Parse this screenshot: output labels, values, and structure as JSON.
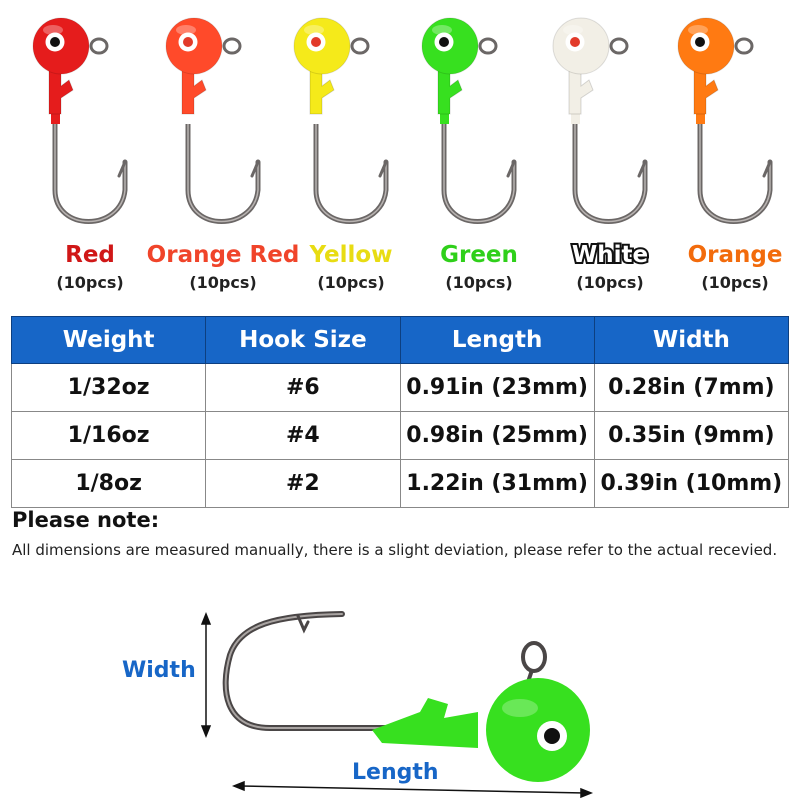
{
  "variants": [
    {
      "name": "Red",
      "qty": "(10pcs)",
      "head_color": "#e51c1c",
      "label_color": "#d01717",
      "collar_color": "#e51c1c"
    },
    {
      "name": "Orange Red",
      "qty": "(10pcs)",
      "head_color": "#ff4a2a",
      "label_color": "#f0442a",
      "collar_color": "#ffffff"
    },
    {
      "name": "Yellow",
      "qty": "(10pcs)",
      "head_color": "#f5ea1a",
      "label_color": "#e8dc12",
      "collar_color": "#ffffff"
    },
    {
      "name": "Green",
      "qty": "(10pcs)",
      "head_color": "#37e01f",
      "label_color": "#2fd01a",
      "collar_color": "#37e01f"
    },
    {
      "name": "White",
      "qty": "(10pcs)",
      "head_color": "#f2efe6",
      "label_color": "#ffffff",
      "collar_color": "#f2efe6"
    },
    {
      "name": "Orange",
      "qty": "(10pcs)",
      "head_color": "#ff7a12",
      "label_color": "#f26b0c",
      "collar_color": "#ff7a12"
    }
  ],
  "table": {
    "headers": [
      "Weight",
      "Hook Size",
      "Length",
      "Width"
    ],
    "rows": [
      [
        "1/32oz",
        "#6",
        "0.91in (23mm)",
        "0.28in (7mm)"
      ],
      [
        "1/16oz",
        "#4",
        "0.98in (25mm)",
        "0.35in (9mm)"
      ],
      [
        "1/8oz",
        "#2",
        "1.22in (31mm)",
        "0.39in (10mm)"
      ]
    ]
  },
  "note": {
    "title": "Please note:",
    "text": "All dimensions are measured manually, there is a slight deviation, please refer to the actual recevied."
  },
  "diagram": {
    "width_label": "Width",
    "length_label": "Length",
    "head_color": "#37e01f"
  },
  "colors": {
    "header_blue": "#1766c7",
    "hook_metal": "#6b6766",
    "eye_red": "#e23a2a"
  }
}
